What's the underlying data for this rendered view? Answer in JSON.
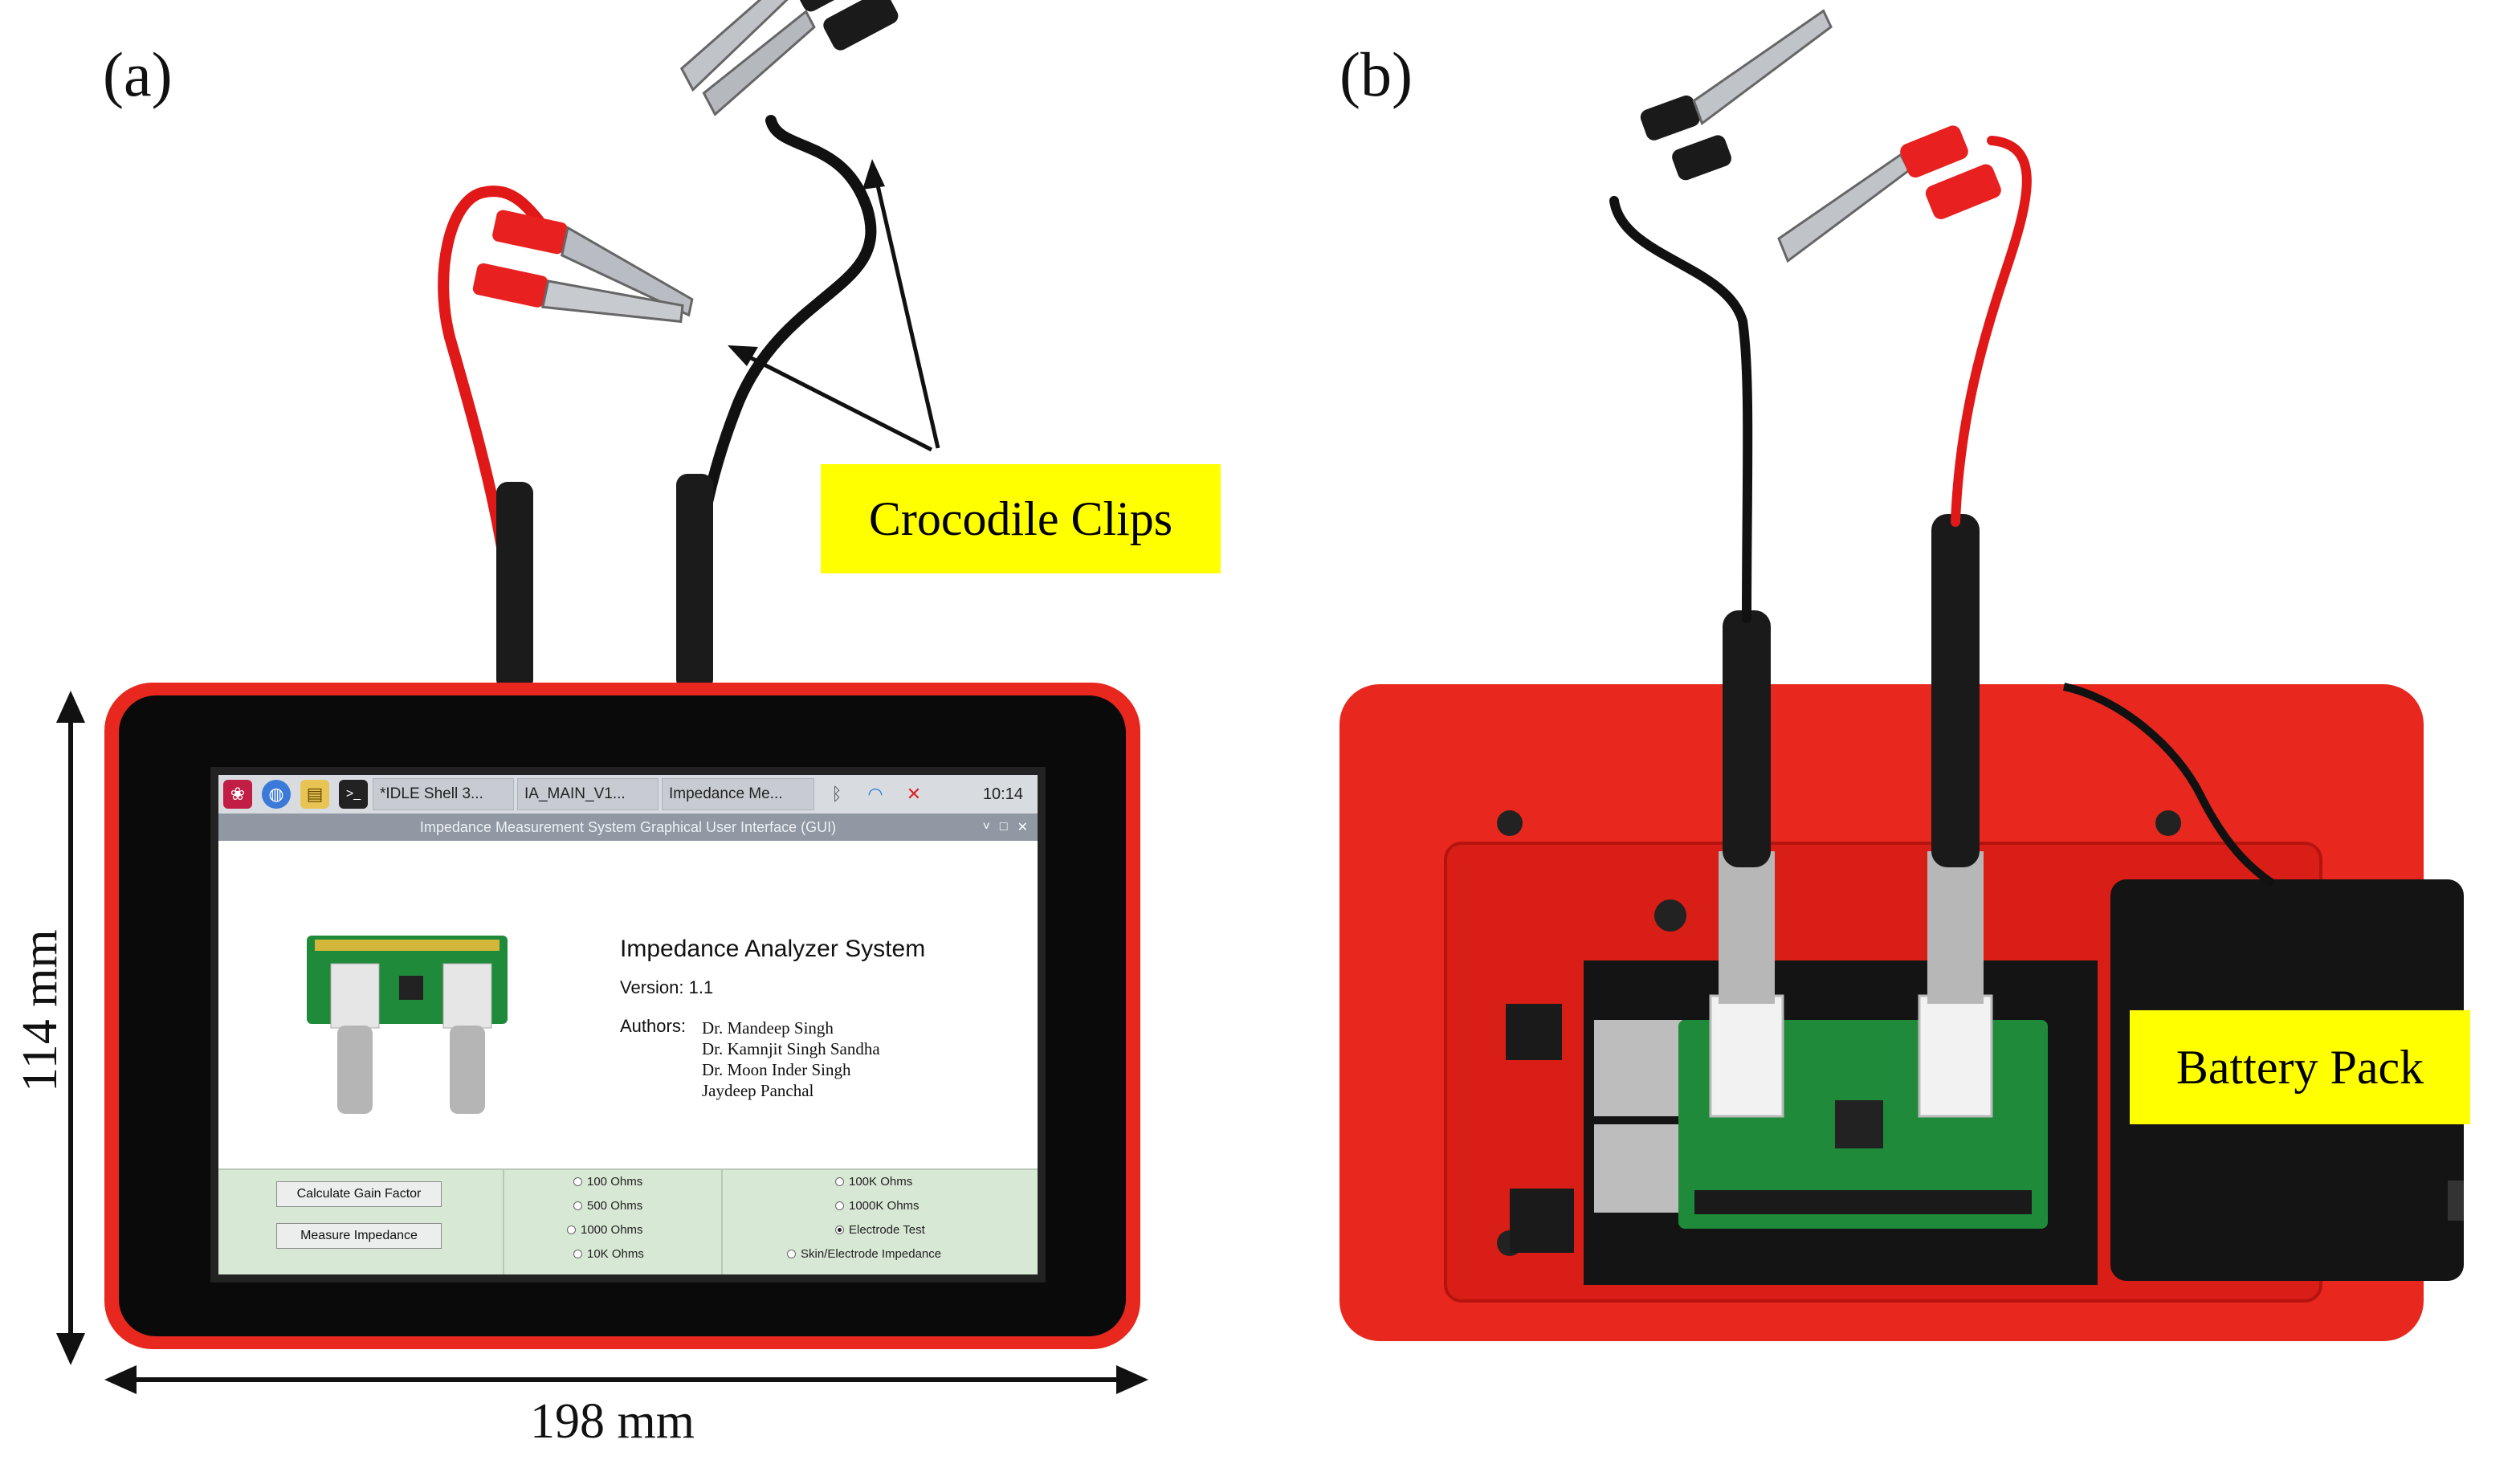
{
  "labels": {
    "panel_a": "(a)",
    "panel_b": "(b)",
    "crocodile_clips": "Crocodile Clips",
    "battery_pack": "Battery Pack",
    "height_dim": "114 mm",
    "width_dim": "198 mm"
  },
  "screen": {
    "taskbar": {
      "items": [
        "*IDLE Shell 3...",
        "IA_MAIN_V1...",
        "Impedance Me..."
      ],
      "clock": "10:14"
    },
    "window_title": "Impedance Measurement System Graphical User Interface (GUI)",
    "window_controls": [
      "˅",
      "□",
      "✕"
    ],
    "app_title": "Impedance Analyzer System",
    "version": "Version: 1.1",
    "authors_label": "Authors:",
    "authors": [
      "Dr. Mandeep Singh",
      "Dr. Kamnjit Singh Sandha",
      "Dr. Moon Inder Singh",
      "Jaydeep Panchal"
    ],
    "buttons": {
      "calculate_gain": "Calculate Gain Factor",
      "measure_impedance": "Measure Impedance"
    },
    "radios_left": [
      "100 Ohms",
      "500 Ohms",
      "1000 Ohms",
      "10K Ohms"
    ],
    "radios_right": [
      "100K Ohms",
      "1000K Ohms",
      "Electrode Test",
      "Skin/Electrode Impedance"
    ],
    "selected_radio": "Electrode Test"
  },
  "colors": {
    "case_red": "#e8281e",
    "label_yellow": "#ffff00",
    "pcb_green": "#1f8a3a",
    "screen_frame": "#0a0a0a"
  }
}
